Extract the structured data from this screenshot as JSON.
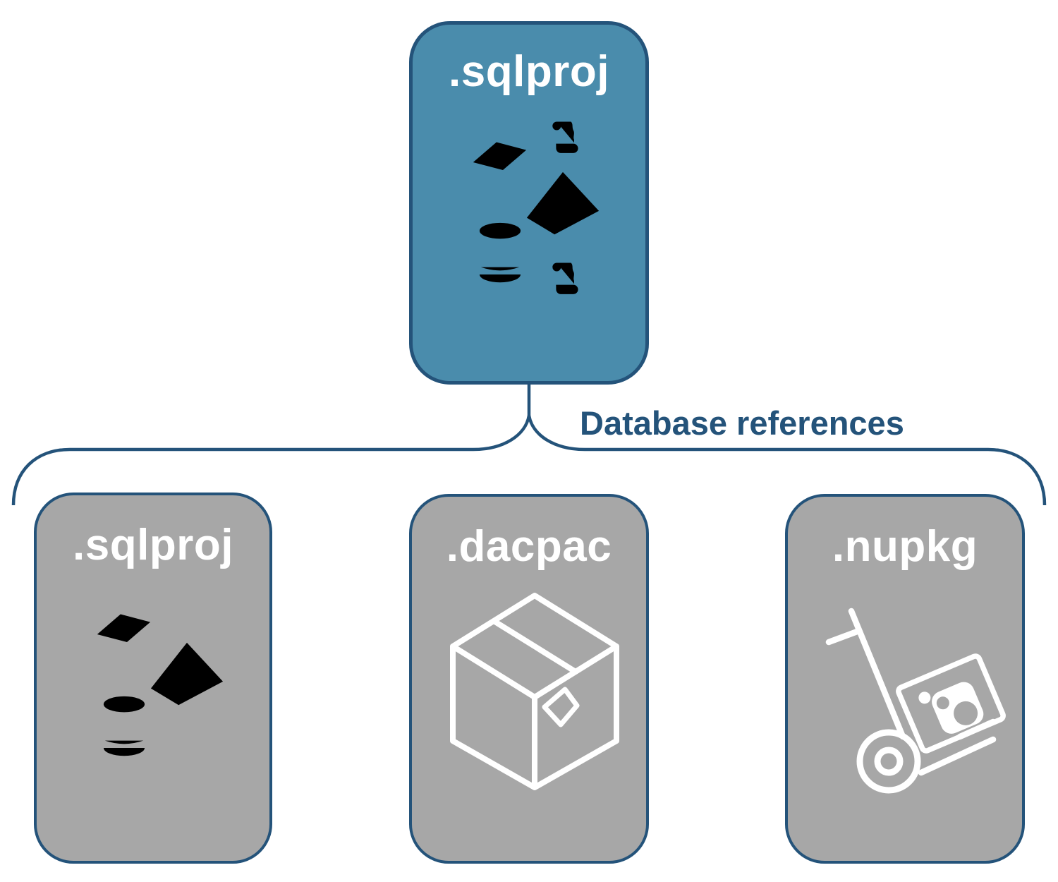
{
  "connector": {
    "label": "Database references"
  },
  "top_card": {
    "label": ".sqlproj",
    "icons": [
      "scroll-icon",
      "cube-icon",
      "pyramid-icon",
      "cylinder-icon",
      "scroll-icon"
    ]
  },
  "child_cards": [
    {
      "label": ".sqlproj",
      "icons": [
        "cube-icon",
        "pyramid-icon",
        "cylinder-icon"
      ]
    },
    {
      "label": ".dacpac",
      "icons": [
        "package-box-icon"
      ]
    },
    {
      "label": ".nupkg",
      "icons": [
        "hand-truck-icon"
      ]
    }
  ],
  "colors": {
    "teal": "#4A8CAC",
    "gray": "#A7A7A7",
    "navy": "#24537A",
    "icon": "#FFFFFF"
  }
}
